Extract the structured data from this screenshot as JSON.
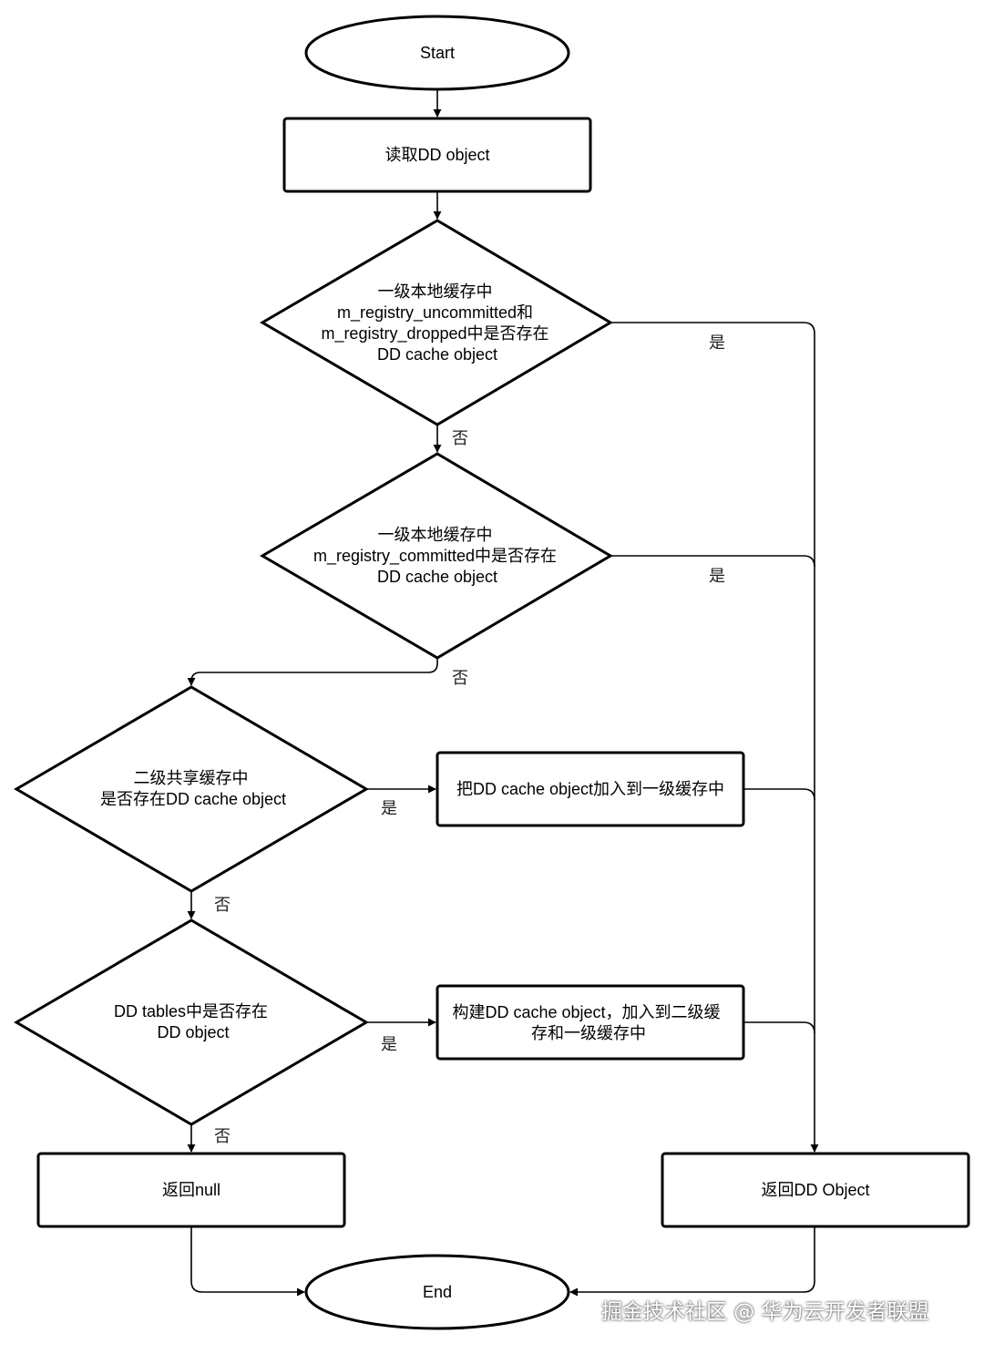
{
  "nodes": {
    "start": "Start",
    "read": "读取DD object",
    "check1": [
      "一级本地缓存中",
      "m_registry_uncommitted和",
      "m_registry_dropped中是否存在",
      "DD cache object"
    ],
    "check2": [
      "一级本地缓存中",
      "m_registry_committed中是否存在",
      "DD cache object"
    ],
    "check3": [
      "二级共享缓存中",
      "是否存在DD cache object"
    ],
    "add1": "把DD cache object加入到一级缓存中",
    "check4": [
      "DD tables中是否存在",
      "DD object"
    ],
    "build": [
      "构建DD cache object，加入到二级缓",
      "存和一级缓存中"
    ],
    "retnull": "返回null",
    "retobj": "返回DD Object",
    "end": "End"
  },
  "edges": {
    "c1_yes": "是",
    "c1_no": "否",
    "c2_yes": "是",
    "c2_no": "否",
    "c3_yes": "是",
    "c3_no": "否",
    "c4_yes": "是",
    "c4_no": "否"
  },
  "watermark": "掘金技术社区 @ 华为云开发者联盟"
}
